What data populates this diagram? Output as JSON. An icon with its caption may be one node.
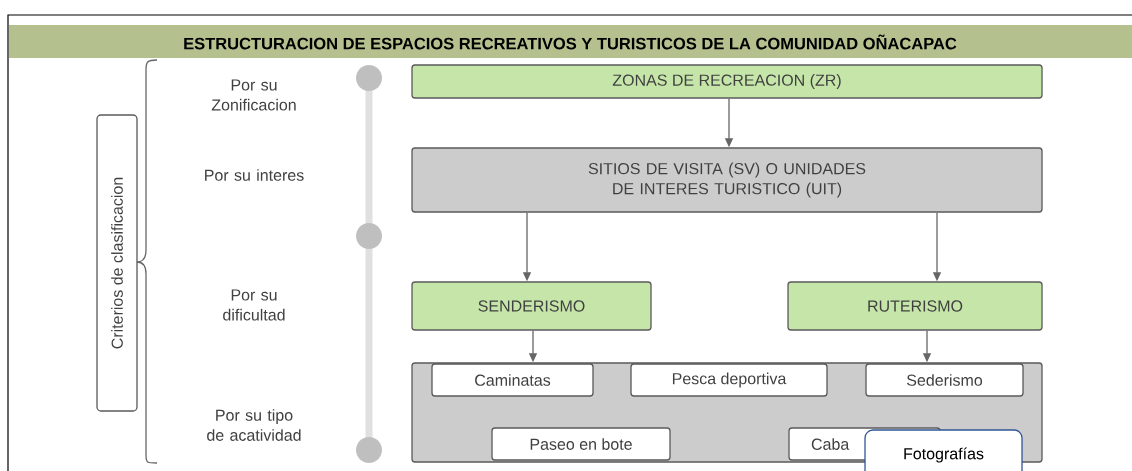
{
  "diagram": {
    "title": "ESTRUCTURACION DE ESPACIOS RECREATIVOS Y TURISTICOS DE LA COMUNIDAD OÑACAPAC",
    "nodes": [
      {
        "text": [
          "Criterios de clasificacion"
        ]
      },
      {
        "text": [
          "ZONAS DE RECREACION (ZR)"
        ]
      },
      {
        "text": [
          "SITIOS DE VISITA (SV) O UNIDADES DE INTERES TURISTICO (UIT)"
        ]
      },
      {
        "text": [
          "SENDERISMO"
        ]
      },
      {
        "text": [
          "RUTERISMO"
        ]
      },
      {
        "text": [],
        "shape": "box"
      },
      {
        "text": [
          "Caminatas"
        ],
        "in": 5
      },
      {
        "text": [
          "Pesca deportiva"
        ],
        "in": 5
      },
      {
        "text": [
          "Sederismo"
        ],
        "in": 5
      },
      {
        "text": [
          "Paseo en bote"
        ],
        "in": 5
      },
      {
        "text": [
          "Caba"
        ],
        "in": 5
      },
      {
        "text": [
          "Fotografías"
        ]
      }
    ],
    "edges": [
      {
        "from": 1,
        "to": 2,
        "arrow": "to"
      },
      {
        "from": 2,
        "to": 3,
        "arrow": "to"
      },
      {
        "from": 2,
        "to": 4,
        "arrow": "to"
      },
      {
        "from": 3,
        "to": 5,
        "arrow": "to"
      },
      {
        "from": 4,
        "to": 5,
        "arrow": "to"
      }
    ],
    "labels": [
      "Por su Zonificacion",
      "Por su interes",
      "Por su dificultad",
      "Por su tipo de acatividad"
    ]
  }
}
